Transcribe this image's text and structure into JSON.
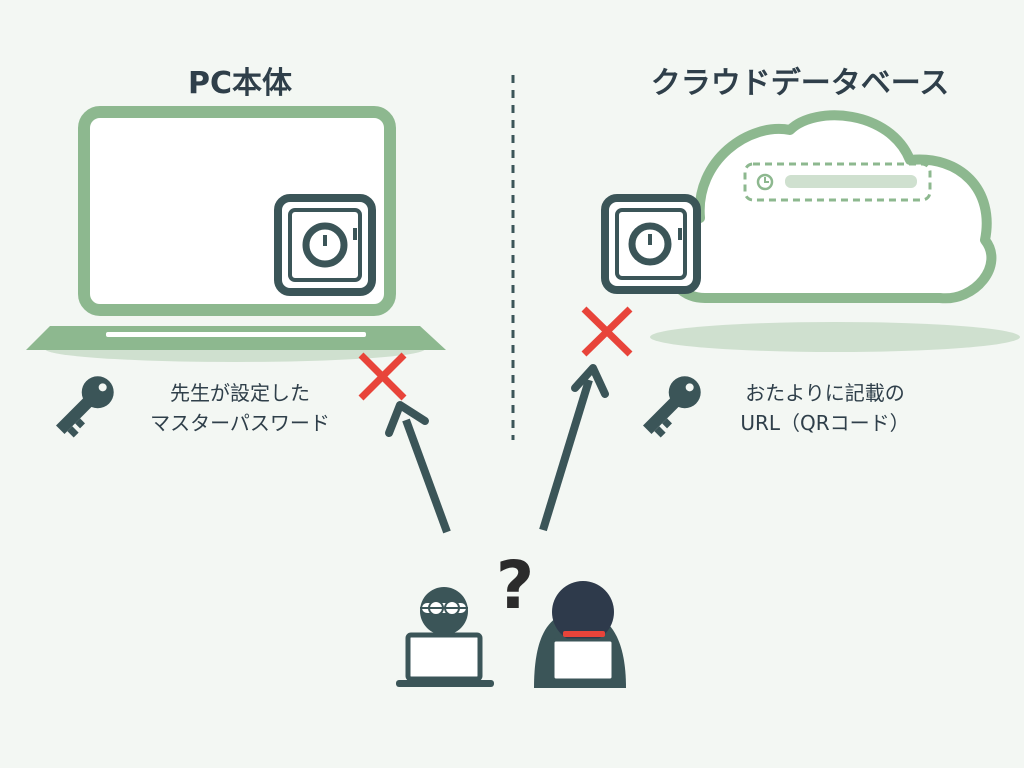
{
  "left_panel": {
    "title": "PC本体",
    "caption_lines": [
      "先生が設定した",
      "マスターパスワード"
    ]
  },
  "right_panel": {
    "title": "クラウドデータベース",
    "caption_lines": [
      "おたよりに記載の",
      "URL（QRコード）"
    ]
  },
  "question_mark": "?",
  "colors": {
    "background": "#f3f7f3",
    "green": "#8db88f",
    "green_light": "#cfe0cf",
    "dark": "#3b5558",
    "text": "#2f3f4a",
    "cross": "#e8443a",
    "hood": "#2e3a4b",
    "mask": "#e8443a"
  },
  "icons": [
    "laptop-icon",
    "safe-icon",
    "cloud-icon",
    "key-icon",
    "cross-icon",
    "arrow-icon",
    "person-icon",
    "hooded-hacker-icon"
  ]
}
